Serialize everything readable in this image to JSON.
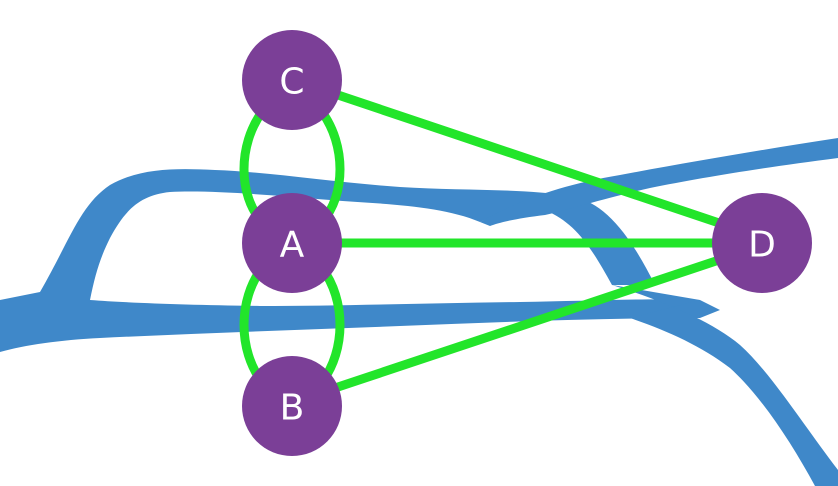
{
  "diagram": {
    "nodes": [
      {
        "id": "C",
        "label": "C"
      },
      {
        "id": "A",
        "label": "A"
      },
      {
        "id": "B",
        "label": "B"
      },
      {
        "id": "D",
        "label": "D"
      }
    ],
    "edges": [
      {
        "from": "C",
        "to": "A",
        "bend": "left"
      },
      {
        "from": "C",
        "to": "A",
        "bend": "right"
      },
      {
        "from": "A",
        "to": "B",
        "bend": "left"
      },
      {
        "from": "A",
        "to": "B",
        "bend": "right"
      },
      {
        "from": "C",
        "to": "D",
        "bend": "none"
      },
      {
        "from": "A",
        "to": "D",
        "bend": "none"
      },
      {
        "from": "B",
        "to": "D",
        "bend": "none"
      }
    ],
    "colors": {
      "node_fill": "#7b3f97",
      "edge": "#22e52a",
      "river": "#3f88c9",
      "background": "#ffffff"
    }
  }
}
